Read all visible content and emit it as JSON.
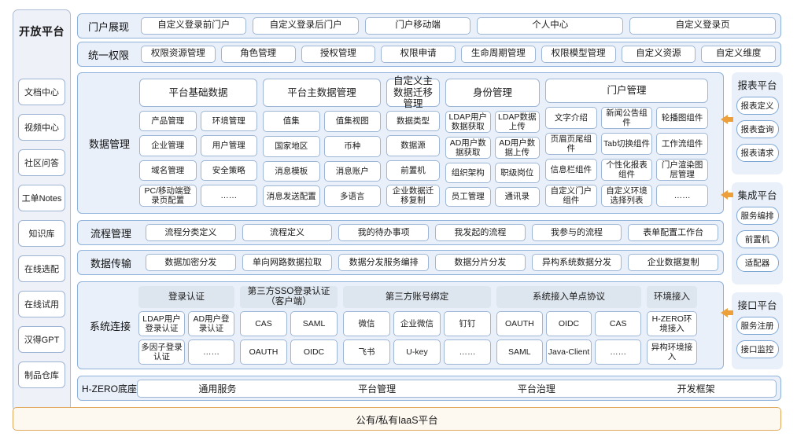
{
  "sidebar": {
    "title": "开放平台",
    "items": [
      {
        "label": "文档中心"
      },
      {
        "label": "视频中心"
      },
      {
        "label": "社区问答"
      },
      {
        "label": "工单Notes"
      },
      {
        "label": "知识库"
      },
      {
        "label": "在线选配"
      },
      {
        "label": "在线试用"
      },
      {
        "label": "汉得GPT"
      },
      {
        "label": "制品仓库"
      }
    ]
  },
  "portal_row": {
    "label": "门户展现",
    "items": [
      "自定义登录前门户",
      "自定义登录后门户",
      "门户移动端",
      "个人中心",
      "自定义登录页"
    ]
  },
  "permission_row": {
    "label": "统一权限",
    "items": [
      "权限资源管理",
      "角色管理",
      "授权管理",
      "权限申请",
      "生命周期管理",
      "权限模型管理",
      "自定义资源",
      "自定义维度"
    ]
  },
  "data_management": {
    "label": "数据管理",
    "columns": [
      {
        "head": "平台基础数据",
        "cols": 2,
        "rows": [
          [
            "产品管理",
            "环境管理"
          ],
          [
            "企业管理",
            "用户管理"
          ],
          [
            "域名管理",
            "安全策略"
          ],
          [
            "PC/移动端登录页配置",
            "……"
          ]
        ]
      },
      {
        "head": "平台主数据管理",
        "cols": 2,
        "rows": [
          [
            "值集",
            "值集视图"
          ],
          [
            "国家地区",
            "币种"
          ],
          [
            "消息模板",
            "消息账户"
          ],
          [
            "消息发送配置",
            "多语言"
          ]
        ]
      },
      {
        "head": "自定义主数据迁移管理",
        "cols": 1,
        "rows": [
          [
            "数据类型"
          ],
          [
            "数据源"
          ],
          [
            "前置机"
          ],
          [
            "企业数据迁移复制"
          ]
        ]
      },
      {
        "head": "身份管理",
        "cols": 2,
        "rows": [
          [
            "LDAP用户数据获取",
            "LDAP数据上传"
          ],
          [
            "AD用户数据获取",
            "AD用户数据上传"
          ],
          [
            "组织架构",
            "职级岗位"
          ],
          [
            "员工管理",
            "通讯录"
          ]
        ]
      },
      {
        "head": "门户管理",
        "cols": 3,
        "rows": [
          [
            "文字介绍",
            "新闻公告组件",
            "轮播图组件"
          ],
          [
            "页眉页尾组件",
            "Tab切换组件",
            "工作流组件"
          ],
          [
            "信息栏组件",
            "个性化报表组件",
            "门户渲染图层管理"
          ],
          [
            "自定义门户组件",
            "自定义环境选择列表",
            "……"
          ]
        ]
      }
    ]
  },
  "flow_row": {
    "label": "流程管理",
    "items": [
      "流程分类定义",
      "流程定义",
      "我的待办事项",
      "我发起的流程",
      "我参与的流程",
      "表单配置工作台"
    ]
  },
  "transfer_row": {
    "label": "数据传输",
    "items": [
      "数据加密分发",
      "单向网路数据拉取",
      "数据分发服务编排",
      "数据分片分发",
      "异构系统数据分发",
      "企业数据复制"
    ]
  },
  "system_connect": {
    "label": "系统连接",
    "groups": [
      {
        "head": "登录认证",
        "cols": 2,
        "rows": [
          [
            "LDAP用户登录认证",
            "AD用户登录认证"
          ],
          [
            "多因子登录认证",
            "……"
          ]
        ]
      },
      {
        "head": "第三方SSO登录认证（客户端）",
        "cols": 2,
        "rows": [
          [
            "CAS",
            "SAML"
          ],
          [
            "OAUTH",
            "OIDC"
          ]
        ]
      },
      {
        "head": "第三方账号绑定",
        "cols": 3,
        "rows": [
          [
            "微信",
            "企业微信",
            "钉钉"
          ],
          [
            "飞书",
            "U-key",
            "……"
          ]
        ]
      },
      {
        "head": "系统接入单点协议",
        "cols": 3,
        "rows": [
          [
            "OAUTH",
            "OIDC",
            "CAS"
          ],
          [
            "SAML",
            "Java-Client",
            "……"
          ]
        ]
      },
      {
        "head": "环境接入",
        "cols": 1,
        "rows": [
          [
            "H-ZERO环境接入"
          ],
          [
            "异构环境接入"
          ]
        ]
      }
    ]
  },
  "hzero_row": {
    "label": "H-ZERO底座",
    "items": [
      "通用服务",
      "平台管理",
      "平台治理",
      "开发框架"
    ]
  },
  "iaas_bar": {
    "label": "公有/私有IaaS平台"
  },
  "right_rail": [
    {
      "title": "报表平台",
      "items": [
        "报表定义",
        "报表查询",
        "报表请求"
      ]
    },
    {
      "title": "集成平台",
      "items": [
        "服务编排",
        "前置机",
        "适配器"
      ]
    },
    {
      "title": "接口平台",
      "items": [
        "服务注册",
        "接口监控"
      ]
    }
  ],
  "colors": {
    "panel_bg": "#e9f0fa",
    "panel_border": "#8fb2da",
    "chip_border": "#9db6d6",
    "group_head_bg": "#dde5ee",
    "accent_orange": "#eda03a",
    "iaas_border": "#e0a85c",
    "sidebar_bg": "#eef1f8"
  }
}
